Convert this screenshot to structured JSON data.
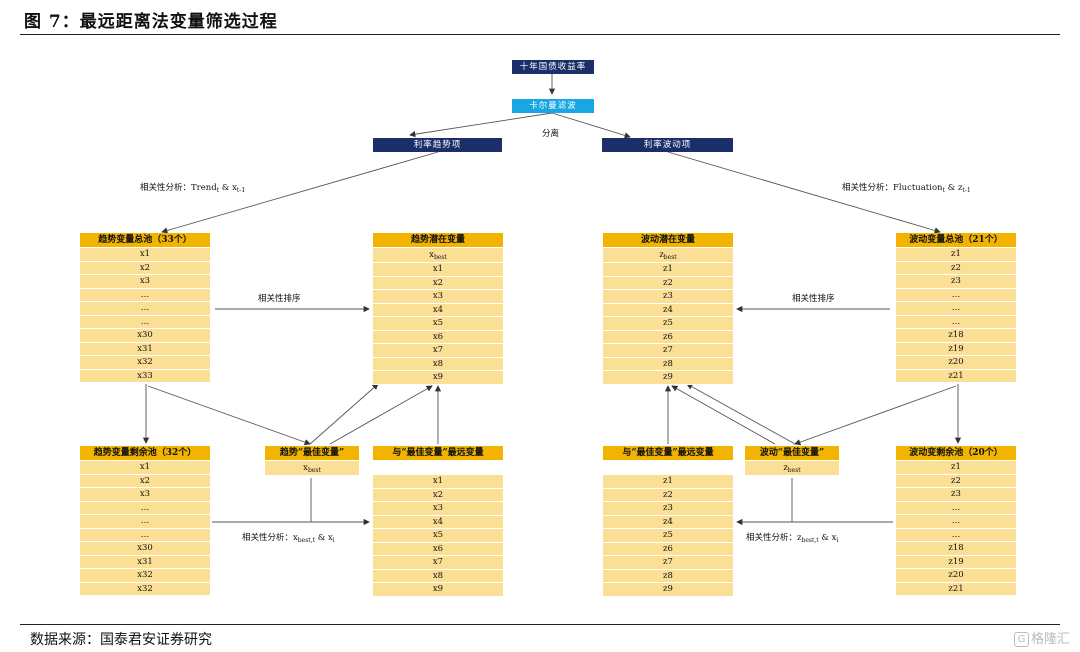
{
  "header": {
    "title": "图 7：最远距离法变量筛选过程"
  },
  "footer": {
    "source": "数据来源：国泰君安证券研究",
    "watermark": "格隆汇"
  },
  "flow": {
    "yield": "十年国债收益率",
    "filter": "卡尔曼滤波",
    "split": "分离",
    "trend": "利率趋势项",
    "fluct": "利率波动项"
  },
  "labels": {
    "corr_trend_main": "相关性分析：Trend",
    "corr_trend_sub": "t",
    "corr_trend_x": " & x",
    "corr_trend_xsub": "t-1",
    "corr_fluct_main": "相关性分析：Fluctuation",
    "corr_fluct_sub": "t",
    "corr_fluct_z": " & z",
    "corr_fluct_zsub": "t-1",
    "rank_left": "相关性排序",
    "rank_right": "相关性排序",
    "corr_best_x_main": "相关性分析：x",
    "corr_best_x_sub": "best,t",
    "corr_best_x_mid": " & x",
    "corr_best_x_end": "i",
    "corr_best_z_main": "相关性分析：z",
    "corr_best_z_sub": "best,t",
    "corr_best_z_mid": " & x",
    "corr_best_z_end": "i"
  },
  "tables": {
    "trend_pool": {
      "title": "趋势变量总池（33个）",
      "rows": [
        "x1",
        "x2",
        "x3",
        "…",
        "…",
        "…",
        "x30",
        "x31",
        "x32",
        "x33"
      ]
    },
    "trend_latent": {
      "title": "趋势潜在变量",
      "best_main": "x",
      "best_sub": "best",
      "rows": [
        "x1",
        "x2",
        "x3",
        "x4",
        "x5",
        "x6",
        "x7",
        "x8",
        "x9"
      ]
    },
    "trend_remain": {
      "title": "趋势变量剩余池（32个）",
      "rows": [
        "x1",
        "x2",
        "x3",
        "…",
        "…",
        "…",
        "x30",
        "x31",
        "x32",
        "x32"
      ]
    },
    "trend_best": {
      "title": "趋势“最佳变量”",
      "best_main": "x",
      "best_sub": "best"
    },
    "trend_far": {
      "title": "与“最佳变量”最远变量",
      "rows": [
        "x1",
        "x2",
        "x3",
        "x4",
        "x5",
        "x6",
        "x7",
        "x8",
        "x9"
      ]
    },
    "fluct_latent": {
      "title": "波动潜在变量",
      "best_main": "z",
      "best_sub": "best",
      "rows": [
        "z1",
        "z2",
        "z3",
        "z4",
        "z5",
        "z6",
        "z7",
        "z8",
        "z9"
      ]
    },
    "fluct_pool": {
      "title": "波动变量总池（21个）",
      "rows": [
        "z1",
        "z2",
        "z3",
        "…",
        "…",
        "…",
        "z18",
        "z19",
        "z20",
        "z21"
      ]
    },
    "fluct_far": {
      "title": "与“最佳变量”最远变量",
      "rows": [
        "z1",
        "z2",
        "z3",
        "z4",
        "z5",
        "z6",
        "z7",
        "z8",
        "z9"
      ]
    },
    "fluct_best": {
      "title": "波动“最佳变量”",
      "best_main": "z",
      "best_sub": "best"
    },
    "fluct_remain": {
      "title": "波动变剩余池（20个）",
      "rows": [
        "z1",
        "z2",
        "z3",
        "…",
        "…",
        "…",
        "z18",
        "z19",
        "z20",
        "z21"
      ]
    }
  }
}
